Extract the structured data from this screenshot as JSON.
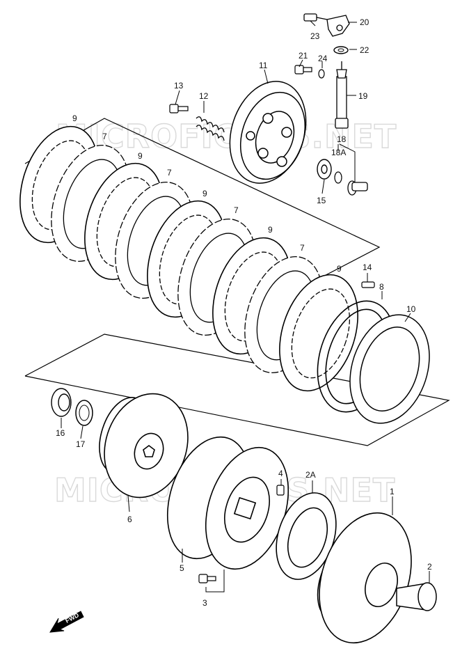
{
  "diagram": {
    "watermarks": [
      "MICROFICHES.NET",
      "MICROFICHES.NET"
    ],
    "fwd_label": "FWD",
    "part_labels": {
      "p20": "20",
      "p23": "23",
      "p22": "22",
      "p21": "21",
      "p24": "24",
      "p11": "11",
      "p19": "19",
      "p13": "13",
      "p12": "12",
      "p9a": "9",
      "p7a": "7",
      "p9b": "9",
      "p7b": "7",
      "p9c": "9",
      "p7c": "7",
      "p9d": "9",
      "p7d": "7",
      "p9e": "9",
      "p18": "18",
      "p18A": "18A",
      "p15": "15",
      "p14": "14",
      "p8": "8",
      "p10": "10",
      "p16": "16",
      "p17": "17",
      "p6": "6",
      "p4": "4",
      "p2A": "2A",
      "p1": "1",
      "p5": "5",
      "p2": "2",
      "p3": "3"
    }
  }
}
